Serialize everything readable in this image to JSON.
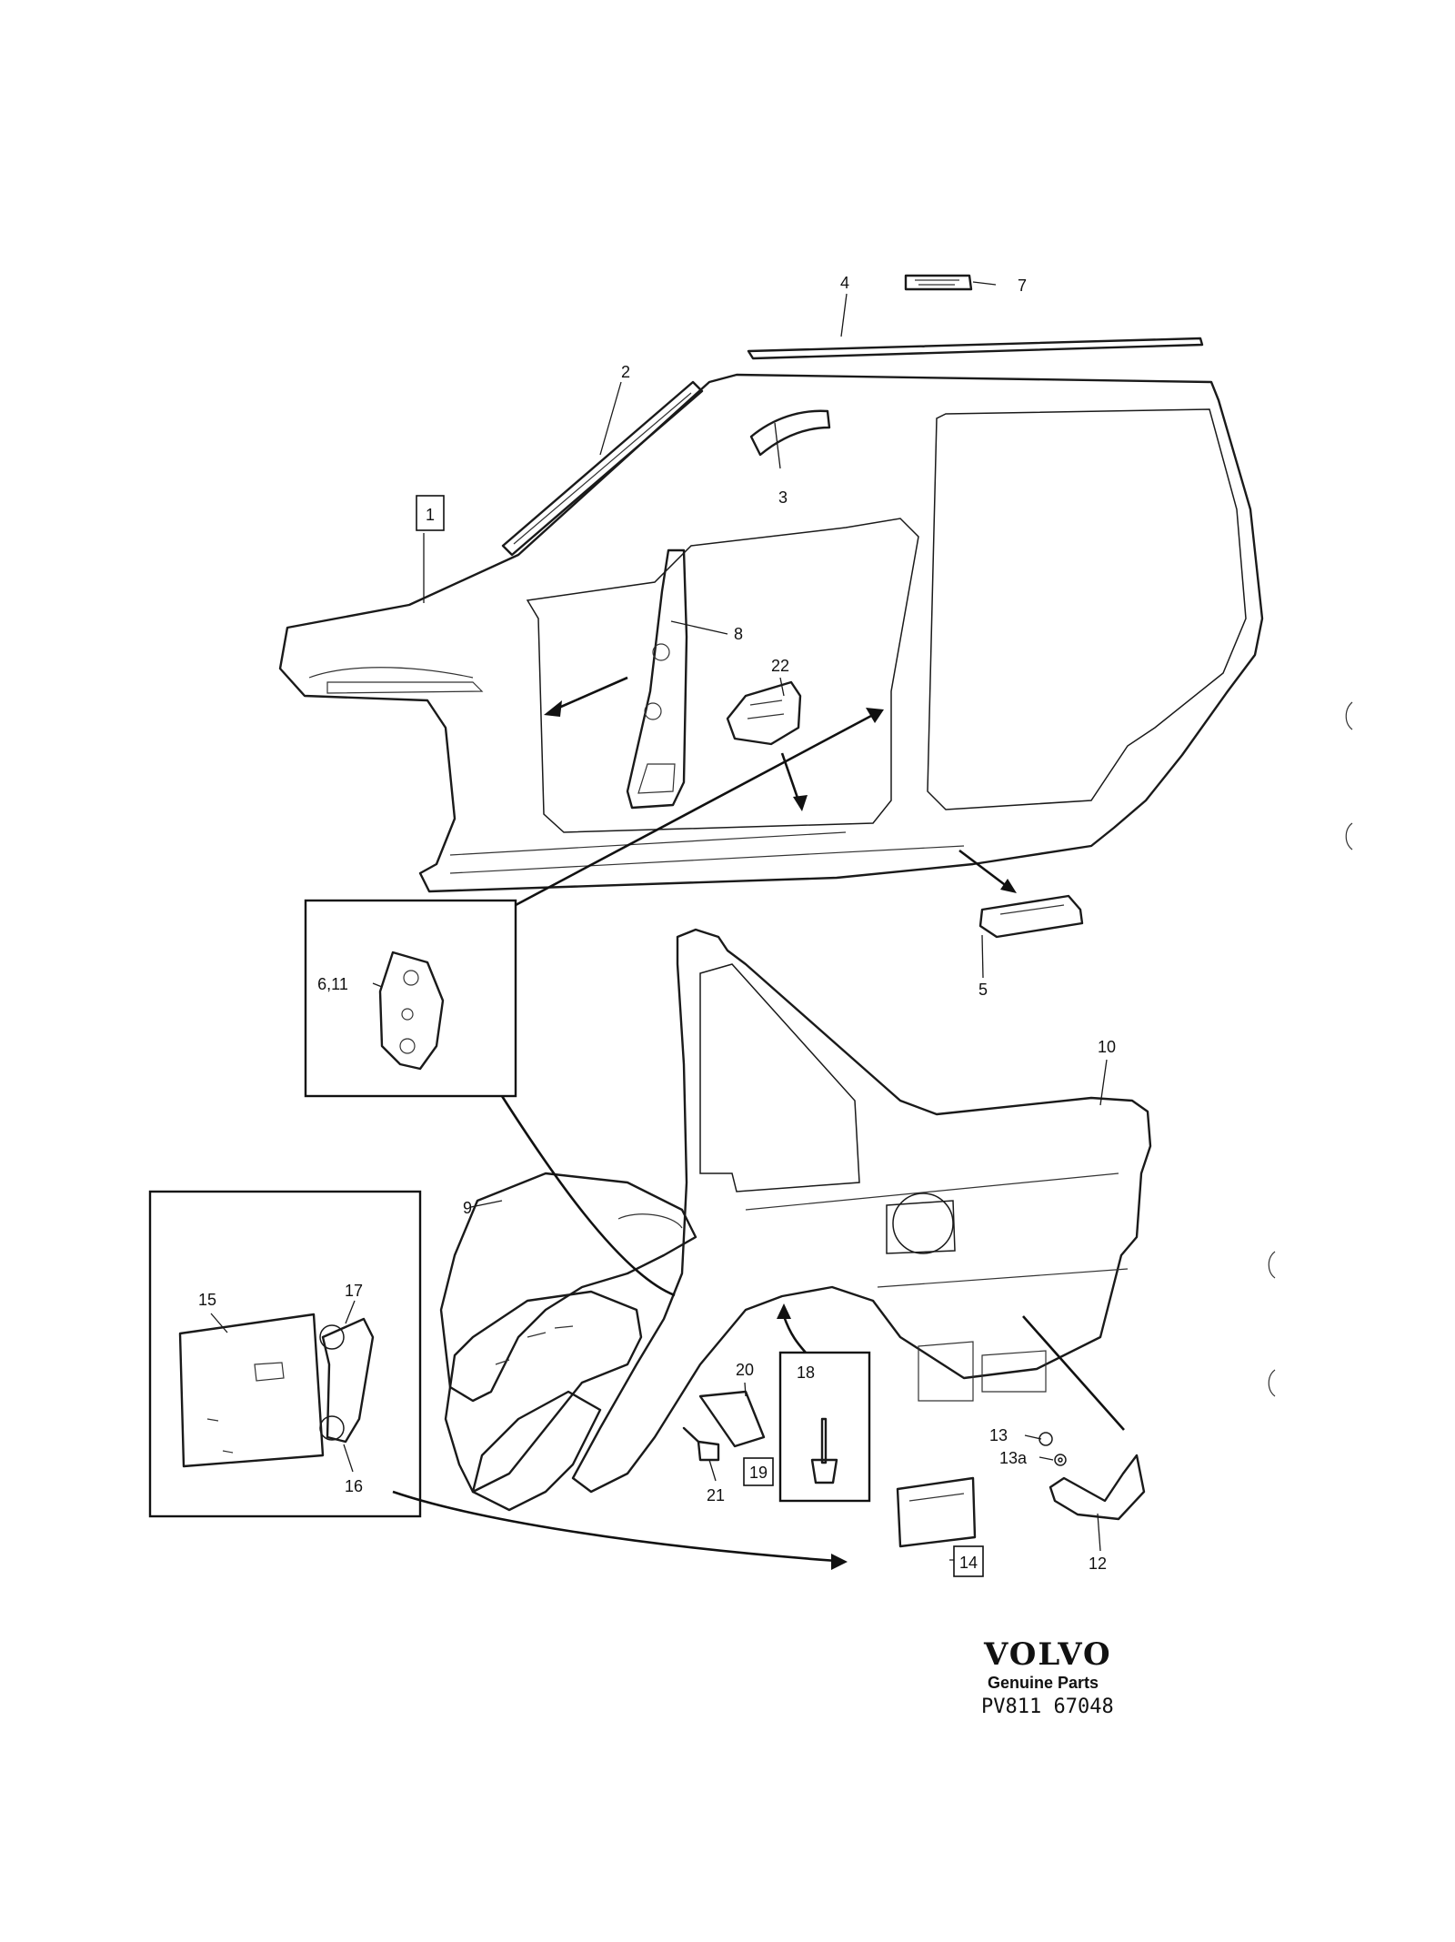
{
  "labels": {
    "l1": "1",
    "l2": "2",
    "l3": "3",
    "l4": "4",
    "l5": "5",
    "l6_11": "6,11",
    "l7": "7",
    "l8": "8",
    "l9": "9",
    "l10": "10",
    "l12": "12",
    "l13": "13",
    "l13a": "13a",
    "l14": "14",
    "l15": "15",
    "l16": "16",
    "l17": "17",
    "l18": "18",
    "l19": "19",
    "l20": "20",
    "l21": "21",
    "l22": "22"
  },
  "brand": {
    "logo": "VOLVO",
    "subtitle": "Genuine Parts",
    "part_number": "PV811 67048"
  }
}
